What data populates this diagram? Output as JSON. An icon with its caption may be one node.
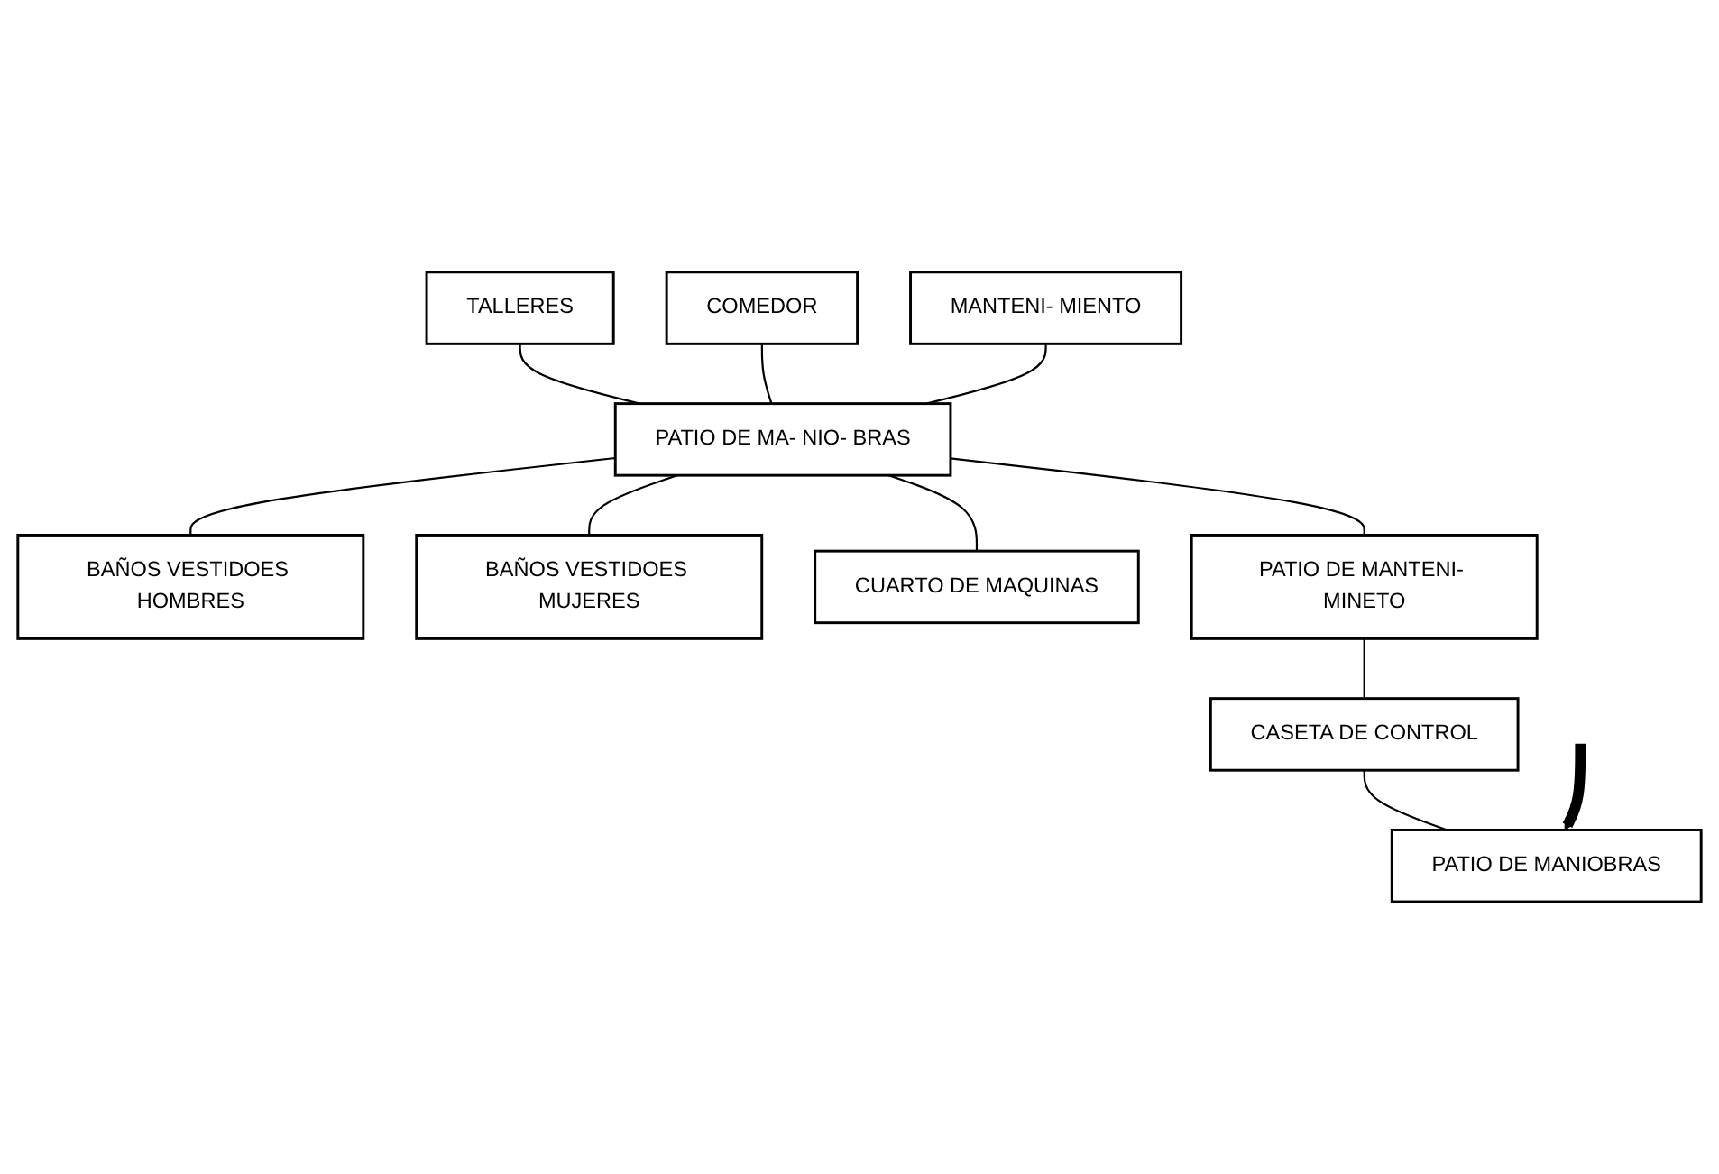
{
  "diagram": {
    "nodes": [
      {
        "text": [
          "TALLERES"
        ]
      },
      {
        "text": [
          "PATIO DE MA- NIO- BRAS"
        ]
      },
      {
        "text": [
          "BAÑOS VESTIDOES HOMBRES"
        ]
      },
      {
        "text": [
          "COMEDOR"
        ]
      },
      {
        "text": [
          "BAÑOS VESTIDOES MUJERES"
        ]
      },
      {
        "text": [
          "MANTENI- MIENTO"
        ]
      },
      {
        "text": [
          "CUARTO DE MAQUINAS"
        ]
      },
      {
        "text": [
          "PATIO DE MANTENI- MINETO"
        ]
      },
      {
        "text": [
          "CASETA DE CONTROL"
        ]
      },
      {
        "text": [
          "PATIO DE MANIOBRAS"
        ]
      }
    ],
    "edges": [
      {
        "from": 0,
        "to": 1,
        "arrow": "none"
      },
      {
        "from": 1,
        "to": 2,
        "arrow": "none"
      },
      {
        "from": 3,
        "to": 1,
        "arrow": "none"
      },
      {
        "from": 1,
        "to": 4,
        "arrow": "none"
      },
      {
        "from": 5,
        "to": 1,
        "arrow": "none"
      },
      {
        "from": 1,
        "to": 6,
        "arrow": "none"
      },
      {
        "from": 1,
        "to": 7,
        "arrow": "none"
      },
      {
        "from": 7,
        "to": 8,
        "arrow": "none"
      },
      {
        "from": 8,
        "to": 9,
        "arrow": "none"
      },
      {
        "from": null,
        "to": 9,
        "arrow": "to",
        "style": "thick",
        "color": "#000000"
      }
    ]
  }
}
